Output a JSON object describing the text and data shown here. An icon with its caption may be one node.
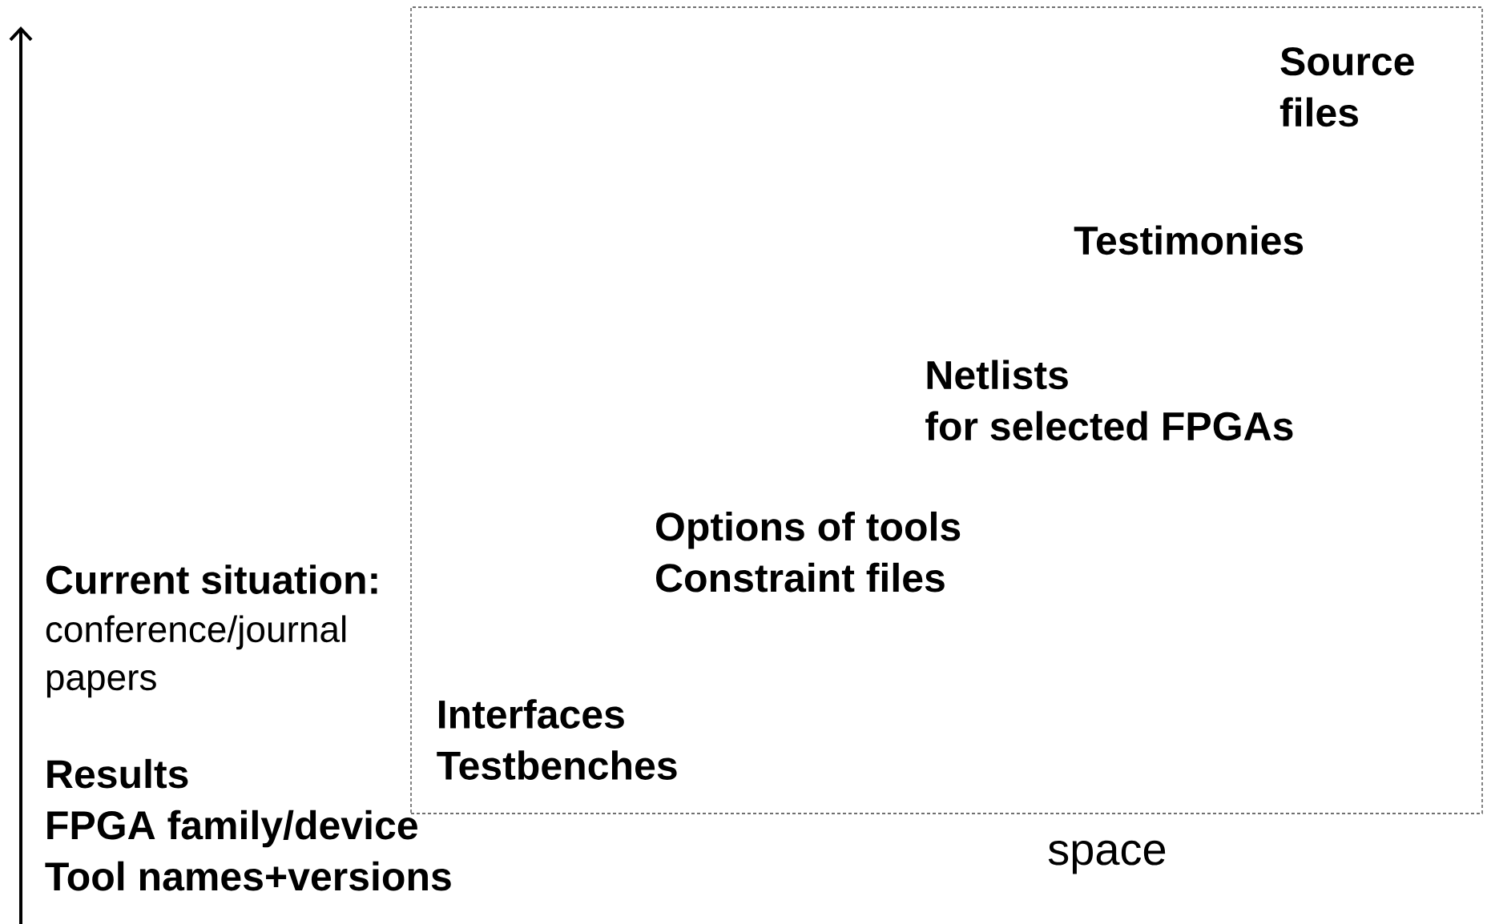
{
  "diagram": {
    "nodes": [
      {
        "text": [
          "space"
        ]
      }
    ],
    "labels": [
      "Source files",
      "Testimonies",
      "Netlists",
      "for selected FPGAs",
      "Options of tools",
      "Constraint files",
      "Interfaces",
      "Testbenches",
      "Current situation:",
      "conference/journal papers",
      "Results",
      "FPGA family/device",
      "Tool names+versions"
    ]
  }
}
